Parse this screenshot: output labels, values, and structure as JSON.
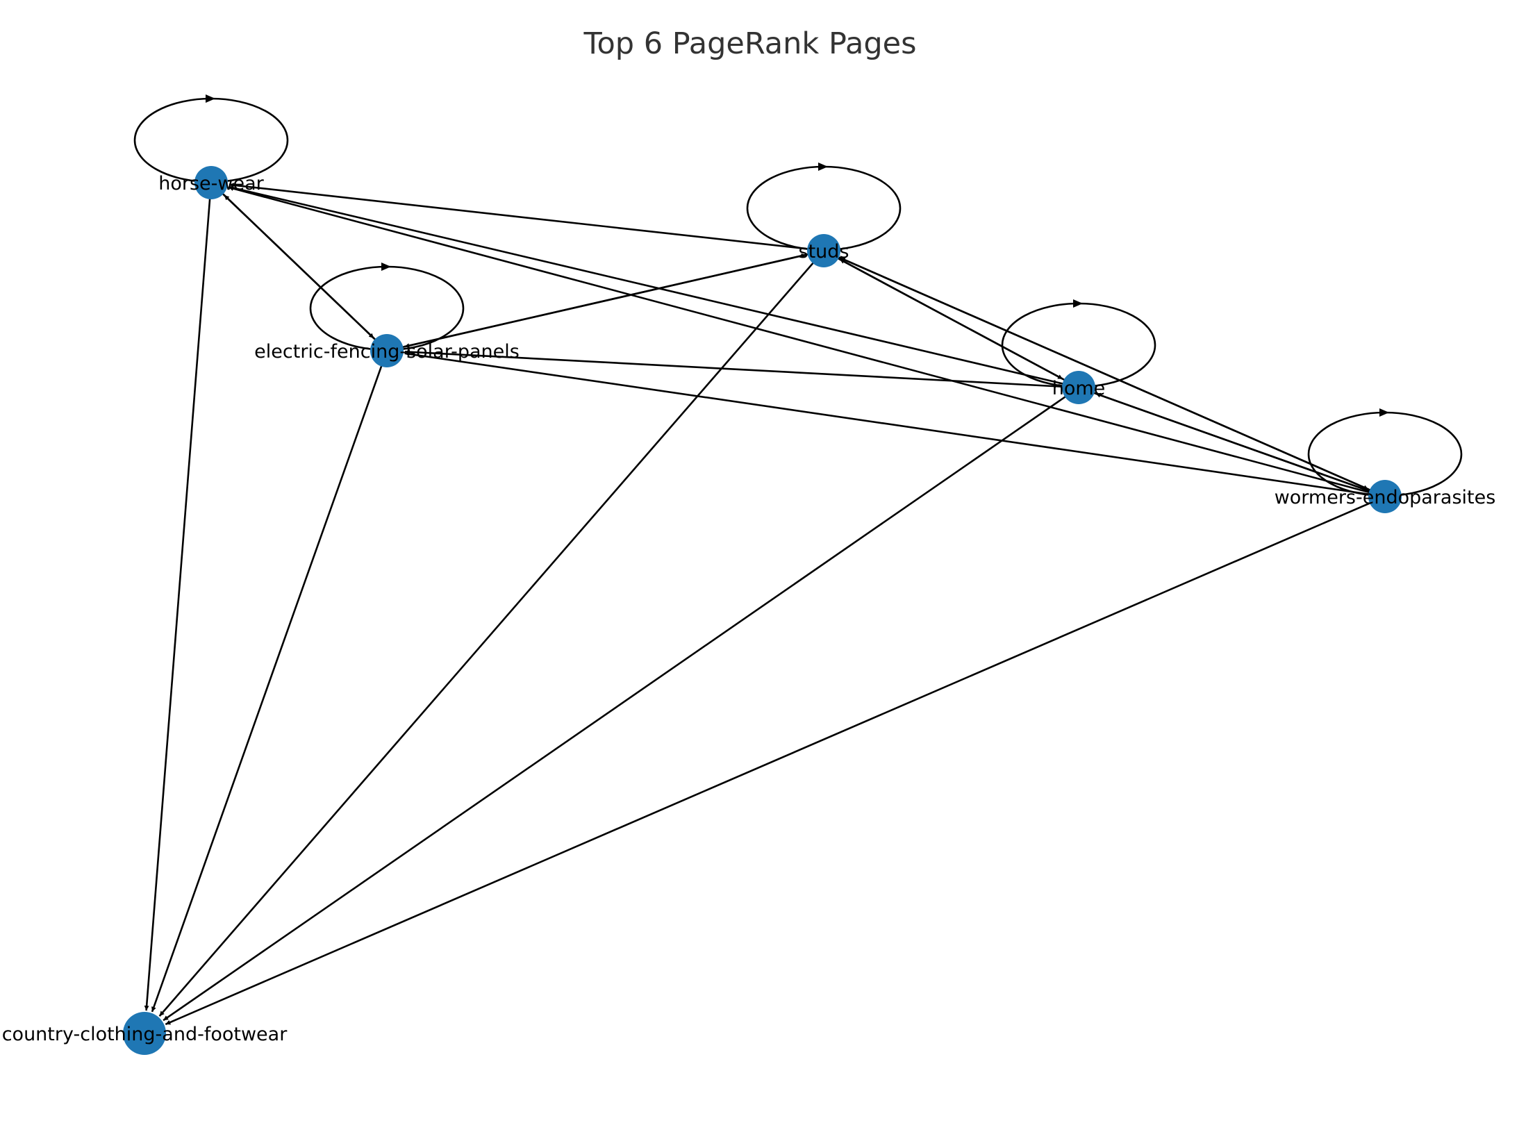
{
  "title": "Top 6 PageRank Pages",
  "colors": {
    "node": "#1f77b4",
    "edge": "#000000",
    "title": "#333333",
    "label": "#000000"
  },
  "nodes": [
    {
      "id": "horse-wear",
      "label": "horse-wear"
    },
    {
      "id": "studs",
      "label": "studs"
    },
    {
      "id": "electric-fencing-solar-panels",
      "label": "electric-fencing-solar-panels"
    },
    {
      "id": "home",
      "label": "home"
    },
    {
      "id": "wormers-endoparasites",
      "label": "wormers-endoparasites"
    },
    {
      "id": "country-clothing-and-footwear",
      "label": "country-clothing-and-footwear"
    }
  ],
  "edges": [
    {
      "from": "horse-wear",
      "to": "horse-wear"
    },
    {
      "from": "studs",
      "to": "studs"
    },
    {
      "from": "electric-fencing-solar-panels",
      "to": "electric-fencing-solar-panels"
    },
    {
      "from": "home",
      "to": "home"
    },
    {
      "from": "wormers-endoparasites",
      "to": "wormers-endoparasites"
    },
    {
      "from": "horse-wear",
      "to": "country-clothing-and-footwear"
    },
    {
      "from": "horse-wear",
      "to": "electric-fencing-solar-panels"
    },
    {
      "from": "electric-fencing-solar-panels",
      "to": "horse-wear"
    },
    {
      "from": "studs",
      "to": "horse-wear"
    },
    {
      "from": "home",
      "to": "horse-wear"
    },
    {
      "from": "wormers-endoparasites",
      "to": "horse-wear"
    },
    {
      "from": "electric-fencing-solar-panels",
      "to": "studs"
    },
    {
      "from": "studs",
      "to": "electric-fencing-solar-panels"
    },
    {
      "from": "studs",
      "to": "home"
    },
    {
      "from": "home",
      "to": "studs"
    },
    {
      "from": "studs",
      "to": "wormers-endoparasites"
    },
    {
      "from": "wormers-endoparasites",
      "to": "studs"
    },
    {
      "from": "studs",
      "to": "country-clothing-and-footwear"
    },
    {
      "from": "home",
      "to": "electric-fencing-solar-panels"
    },
    {
      "from": "wormers-endoparasites",
      "to": "electric-fencing-solar-panels"
    },
    {
      "from": "electric-fencing-solar-panels",
      "to": "country-clothing-and-footwear"
    },
    {
      "from": "home",
      "to": "wormers-endoparasites"
    },
    {
      "from": "wormers-endoparasites",
      "to": "home"
    },
    {
      "from": "home",
      "to": "country-clothing-and-footwear"
    },
    {
      "from": "wormers-endoparasites",
      "to": "country-clothing-and-footwear"
    }
  ]
}
